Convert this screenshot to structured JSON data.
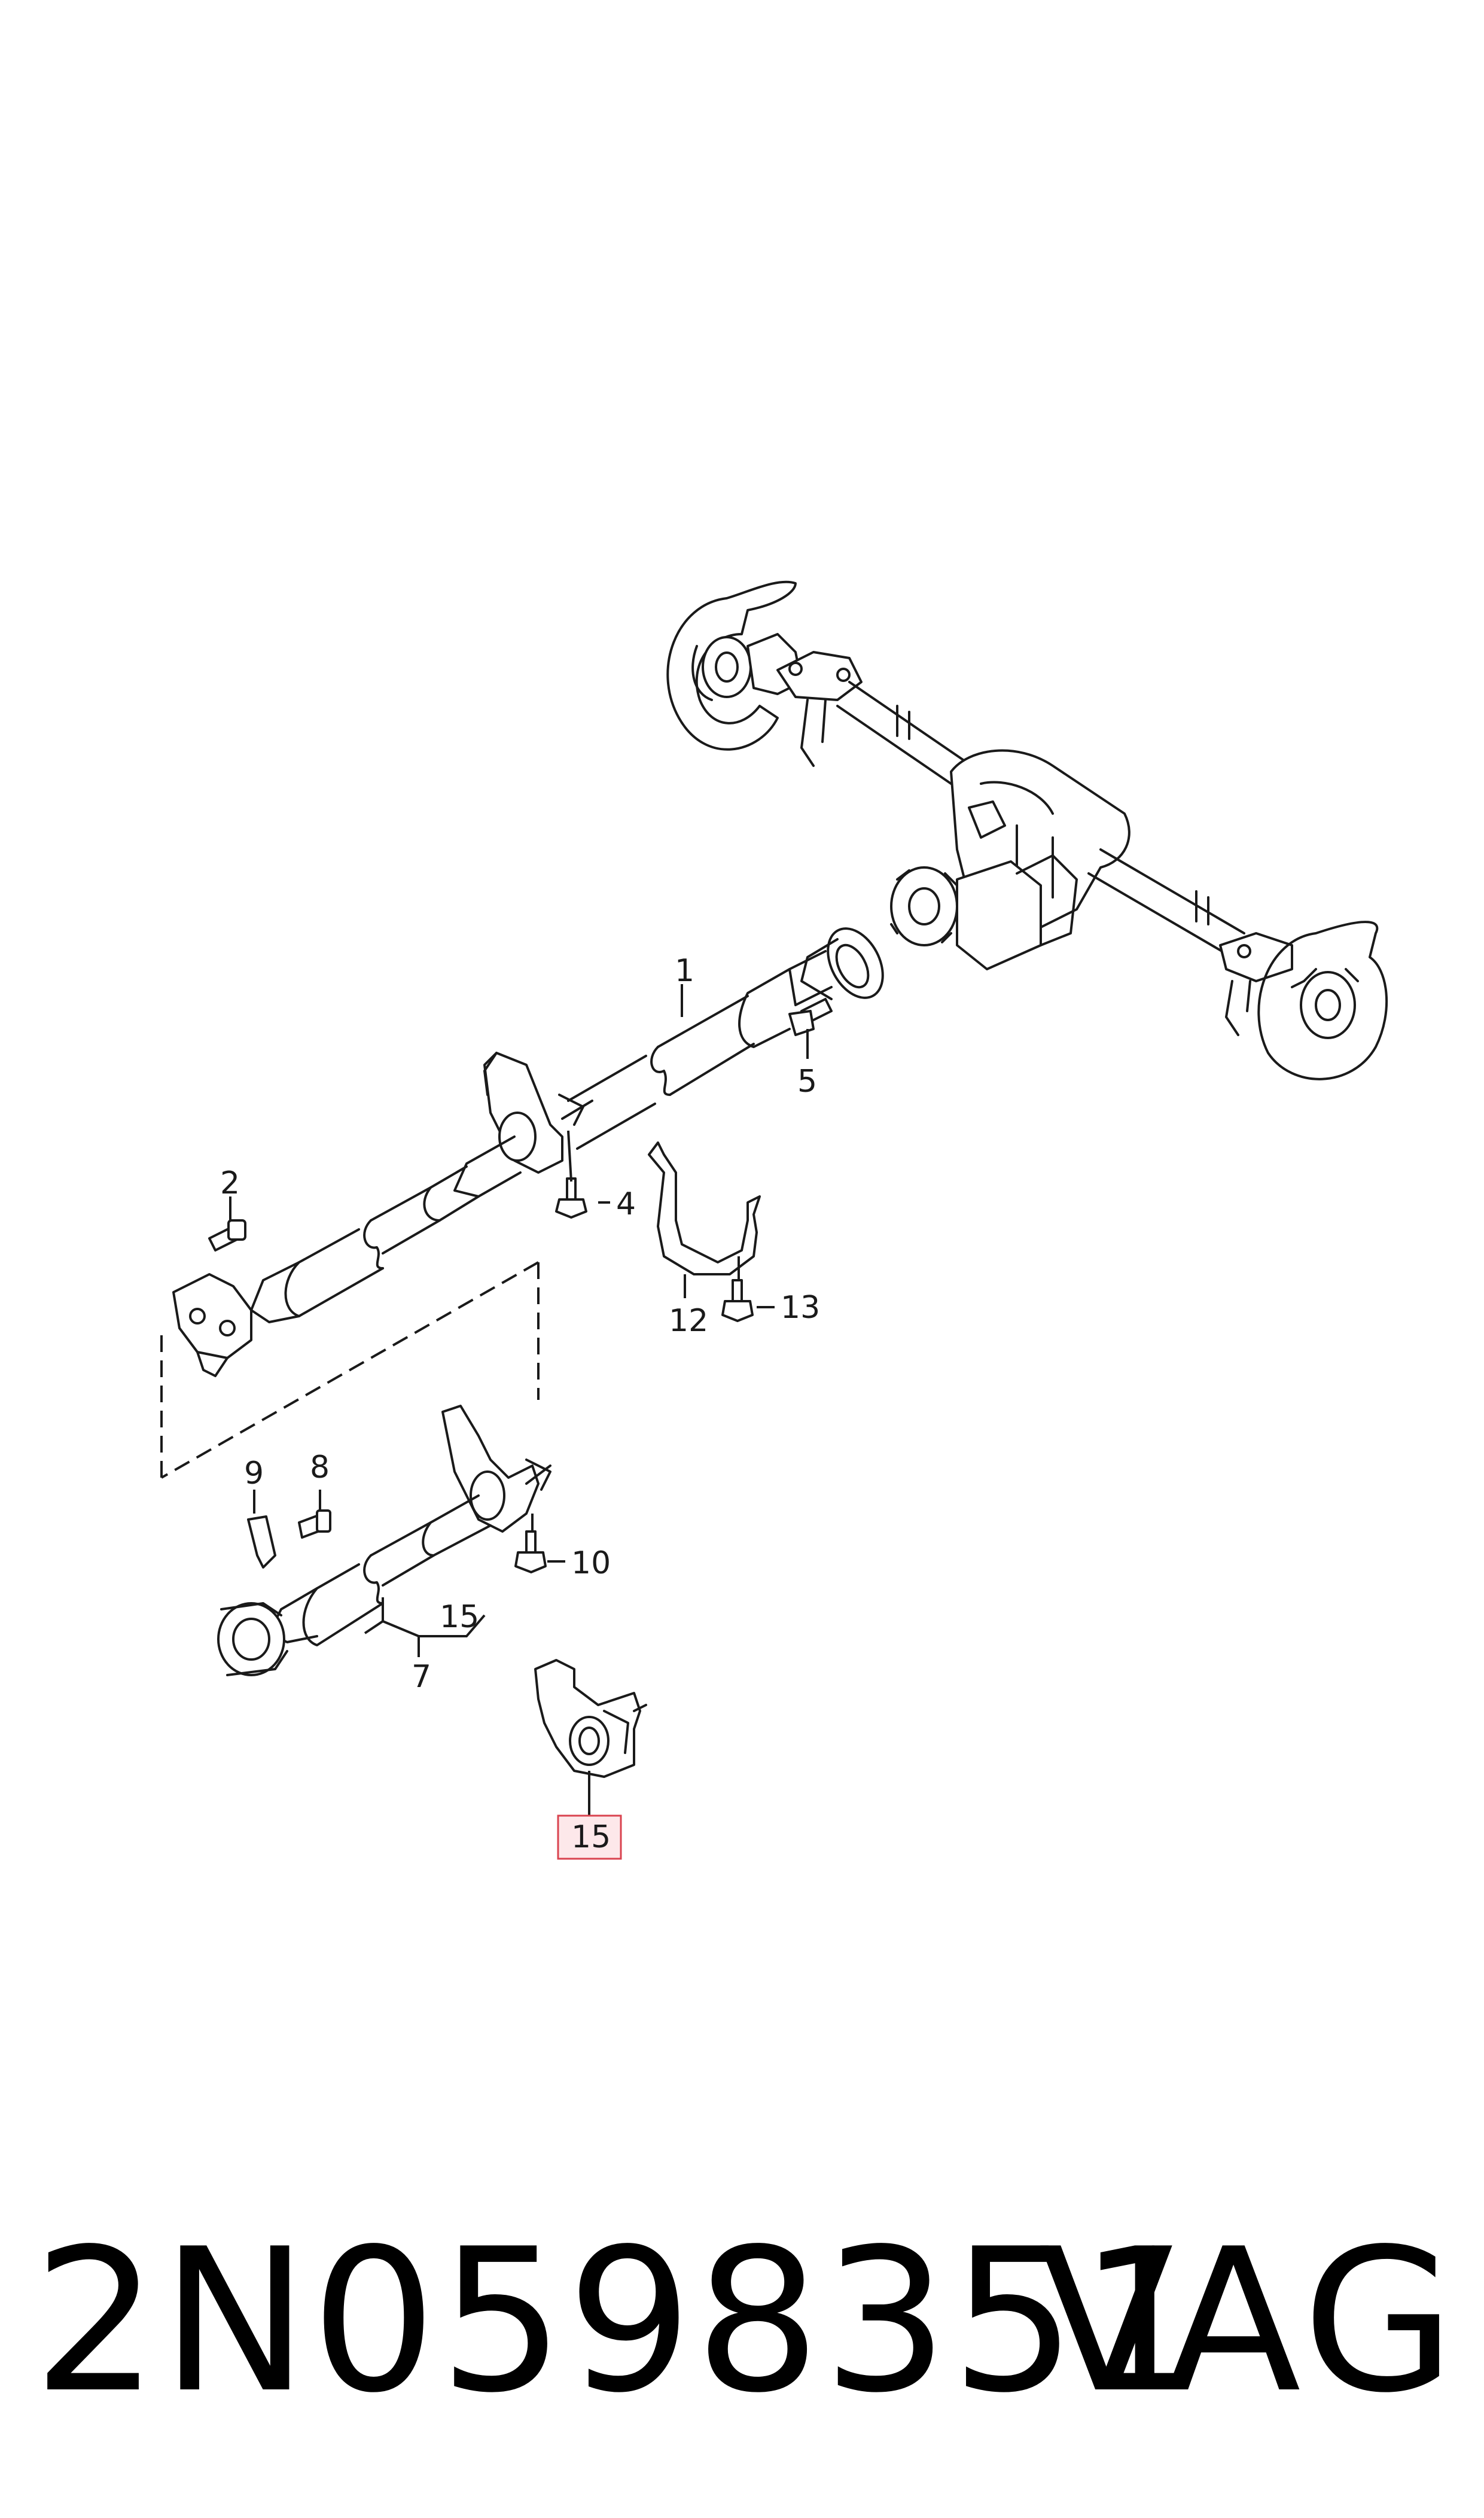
{
  "callouts": {
    "c1": "1",
    "c2": "2",
    "c4": "4",
    "c5": "5",
    "c7": "7",
    "c8": "8",
    "c9": "9",
    "c10": "10",
    "c12": "12",
    "c13": "13",
    "c15a": "15",
    "c15b": "15"
  },
  "footer": {
    "part_number": "2N0598351",
    "brand": "VAG"
  },
  "colors": {
    "line": "#1a1a1a",
    "highlight_border": "#d9434f",
    "highlight_fill": "#fde8ea"
  }
}
